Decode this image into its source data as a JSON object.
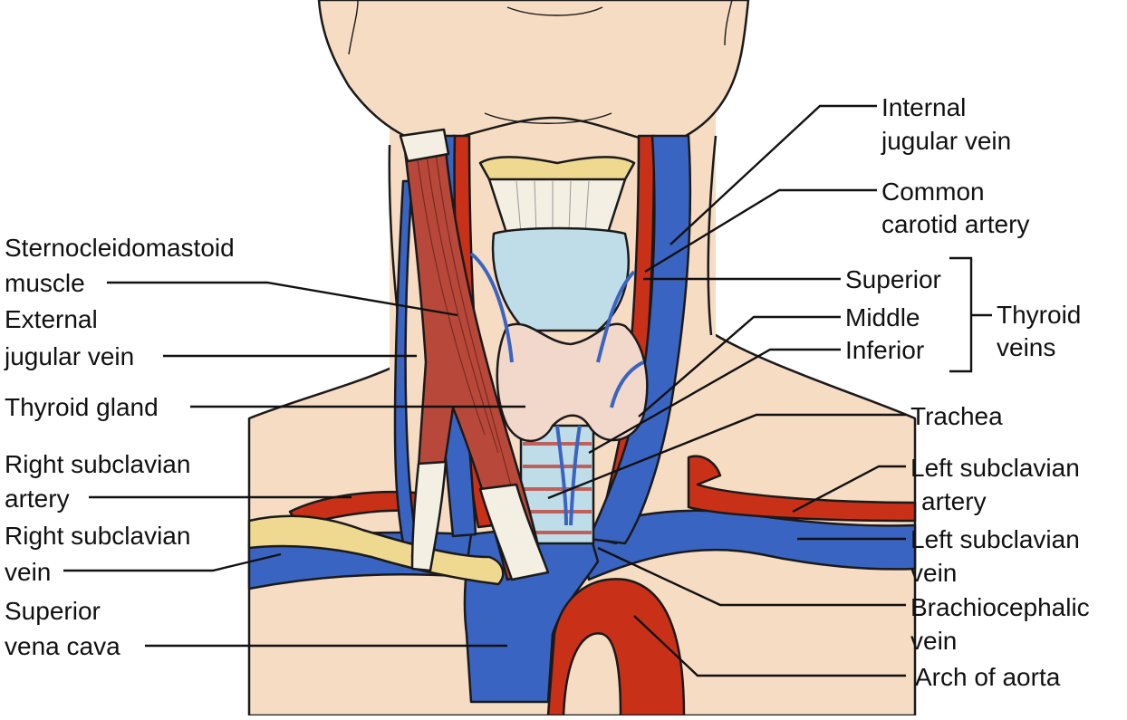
{
  "colors": {
    "skin": "#f7dcc4",
    "vein": "#3a64c2",
    "artery": "#c93018",
    "muscle": "#b8493a",
    "thyroid": "#f2d7cb",
    "cartilage": "#bfdde8",
    "bone": "#efd890",
    "tendon": "#f3f0e3",
    "outline": "#1a1a1a"
  },
  "labels": {
    "internal_jugular_vein": [
      "Internal",
      "jugular vein"
    ],
    "common_carotid_artery": [
      "Common",
      "carotid artery"
    ],
    "sternocleidomastoid_muscle": [
      "Sternocleidomastoid",
      "muscle"
    ],
    "external_jugular_vein": [
      "External",
      "jugular vein"
    ],
    "thyroid_gland": [
      "Thyroid gland"
    ],
    "superior": [
      "Superior"
    ],
    "middle": [
      "Middle"
    ],
    "inferior": [
      "Inferior"
    ],
    "thyroid_veins": [
      "Thyroid",
      "veins"
    ],
    "trachea": [
      "Trachea"
    ],
    "right_subclavian_artery": [
      "Right subclavian",
      "artery"
    ],
    "left_subclavian_artery": [
      "Left subclavian",
      "artery"
    ],
    "right_subclavian_vein": [
      "Right subclavian",
      "vein"
    ],
    "left_subclavian_vein": [
      "Left subclavian",
      "vein"
    ],
    "brachiocephalic_vein": [
      "Brachiocephalic",
      "vein"
    ],
    "superior_vena_cava": [
      "Superior",
      "vena cava"
    ],
    "arch_of_aorta": [
      "Arch of aorta"
    ]
  }
}
